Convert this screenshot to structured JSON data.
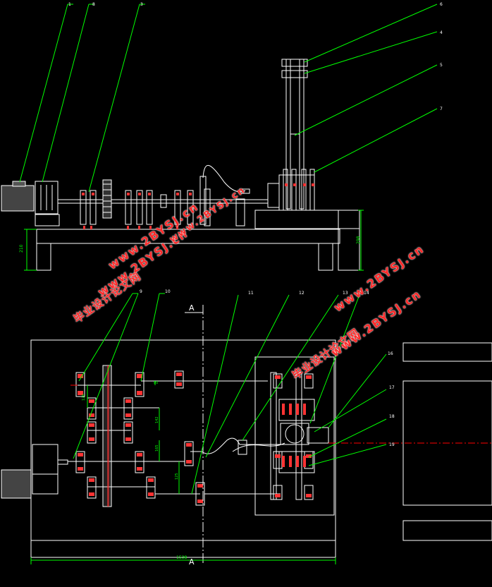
{
  "callouts_top": [
    "1",
    "8",
    "3",
    "6",
    "4",
    "5",
    "7"
  ],
  "callouts_bottom": [
    "9",
    "10",
    "11",
    "12",
    "13",
    "14",
    "16",
    "17",
    "18",
    "19"
  ],
  "dimensions": {
    "top_left_height": "210",
    "top_right_height": "298",
    "bottom_width": "1538",
    "shaft_spacing_1": "120",
    "shaft_spacing_2": "142",
    "shaft_spacing_3": "165",
    "shaft_spacing_4": "125",
    "shaft_spacing_5": "80"
  },
  "section_marks": {
    "top": "A",
    "bottom": "A"
  },
  "watermark": {
    "site_cn": "毕业设计论文网",
    "url": "www.2BYSJ.cn"
  },
  "colors": {
    "background": "#000000",
    "outline": "#ffffff",
    "leader": "#00ff00",
    "centerline": "#ff0000",
    "dimension": "#00ff00",
    "bearing": "#ff3333"
  }
}
